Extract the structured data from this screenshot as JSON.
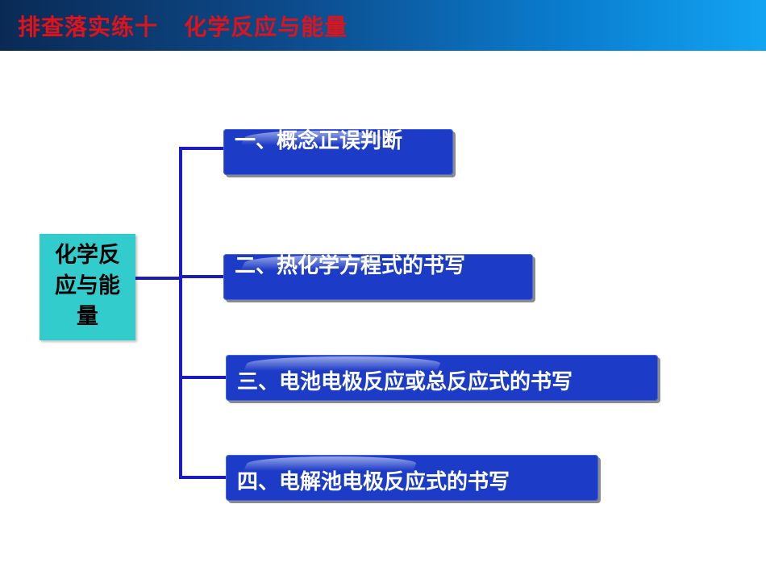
{
  "header": {
    "title": "排查落实练十   化学反应与能量"
  },
  "root": {
    "label": "化学反\n应与能\n量"
  },
  "branches": [
    {
      "label": "一、概念正误判断"
    },
    {
      "label": "二、热化学方程式的书写"
    },
    {
      "label": "三、电池电极反应或总反应式的书写"
    },
    {
      "label": "四、电解池电极反应式的书写"
    }
  ],
  "colors": {
    "header_title": "#e0121a",
    "root_box": "#33cccc",
    "branch_box": "#1c3cc8",
    "connector": "#1b1bc0"
  }
}
